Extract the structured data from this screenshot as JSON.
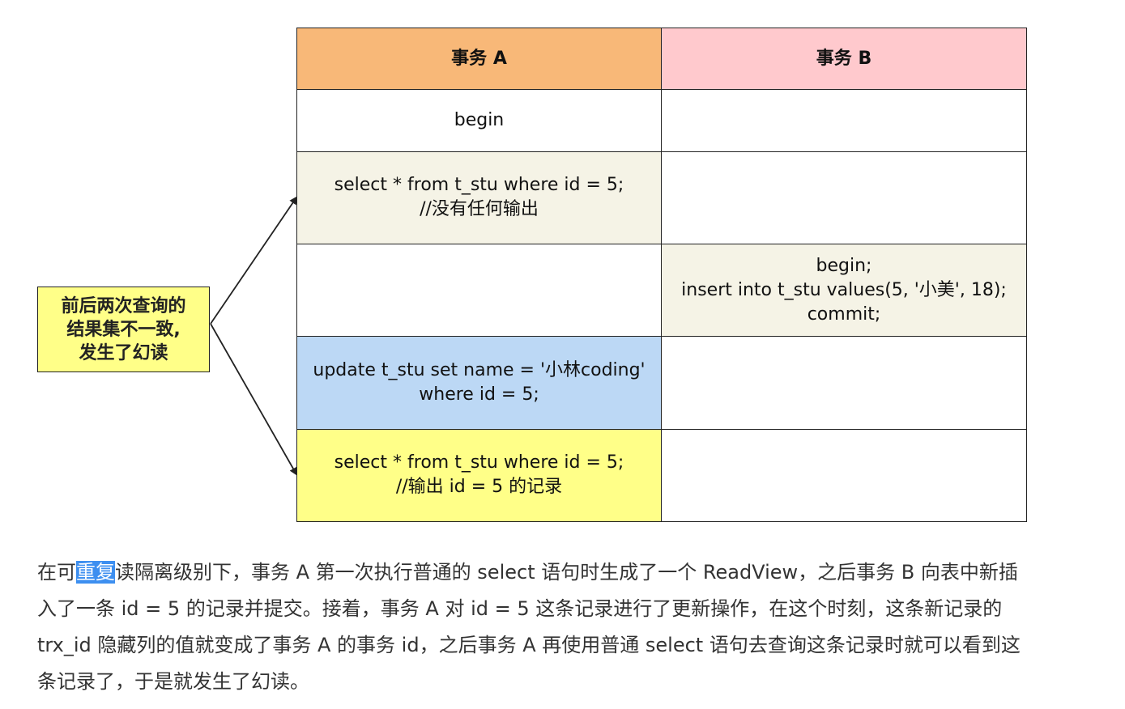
{
  "table": {
    "header_a": "事务 A",
    "header_b": "事务 B",
    "rows": [
      {
        "a": "begin",
        "b": ""
      },
      {
        "a": "select * from t_stu where id = 5;\n//没有任何输出",
        "b": ""
      },
      {
        "a": "",
        "b": "begin;\ninsert into t_stu values(5, '小美', 18);\ncommit;"
      },
      {
        "a": "update t_stu set name = '小林coding'\nwhere id = 5;",
        "b": ""
      },
      {
        "a": "select * from t_stu where id = 5;\n//输出 id = 5 的记录",
        "b": ""
      }
    ]
  },
  "note": {
    "text": "前后两次查询的\n结果集不一致,\n发生了幻读"
  },
  "paragraph": {
    "before": "在可",
    "highlight": "重复",
    "after": "读隔离级别下，事务 A 第一次执行普通的 select 语句时生成了一个 ReadView，之后事务 B 向表中新插入了一条 id = 5 的记录并提交。接着，事务 A 对 id = 5 这条记录进行了更新操作，在这个时刻，这条新记录的 trx_id 隐藏列的值就变成了事务 A 的事务 id，之后事务 A 再使用普通 select 语句去查询这条记录时就可以看到这条记录了，于是就发生了幻读。"
  },
  "colors": {
    "header_a": "#f8b878",
    "header_b": "#ffc9cd",
    "cream": "#f5f3e6",
    "blue": "#bcd8f5",
    "yellow": "#ffff88",
    "highlight": "#3d8ff0"
  }
}
